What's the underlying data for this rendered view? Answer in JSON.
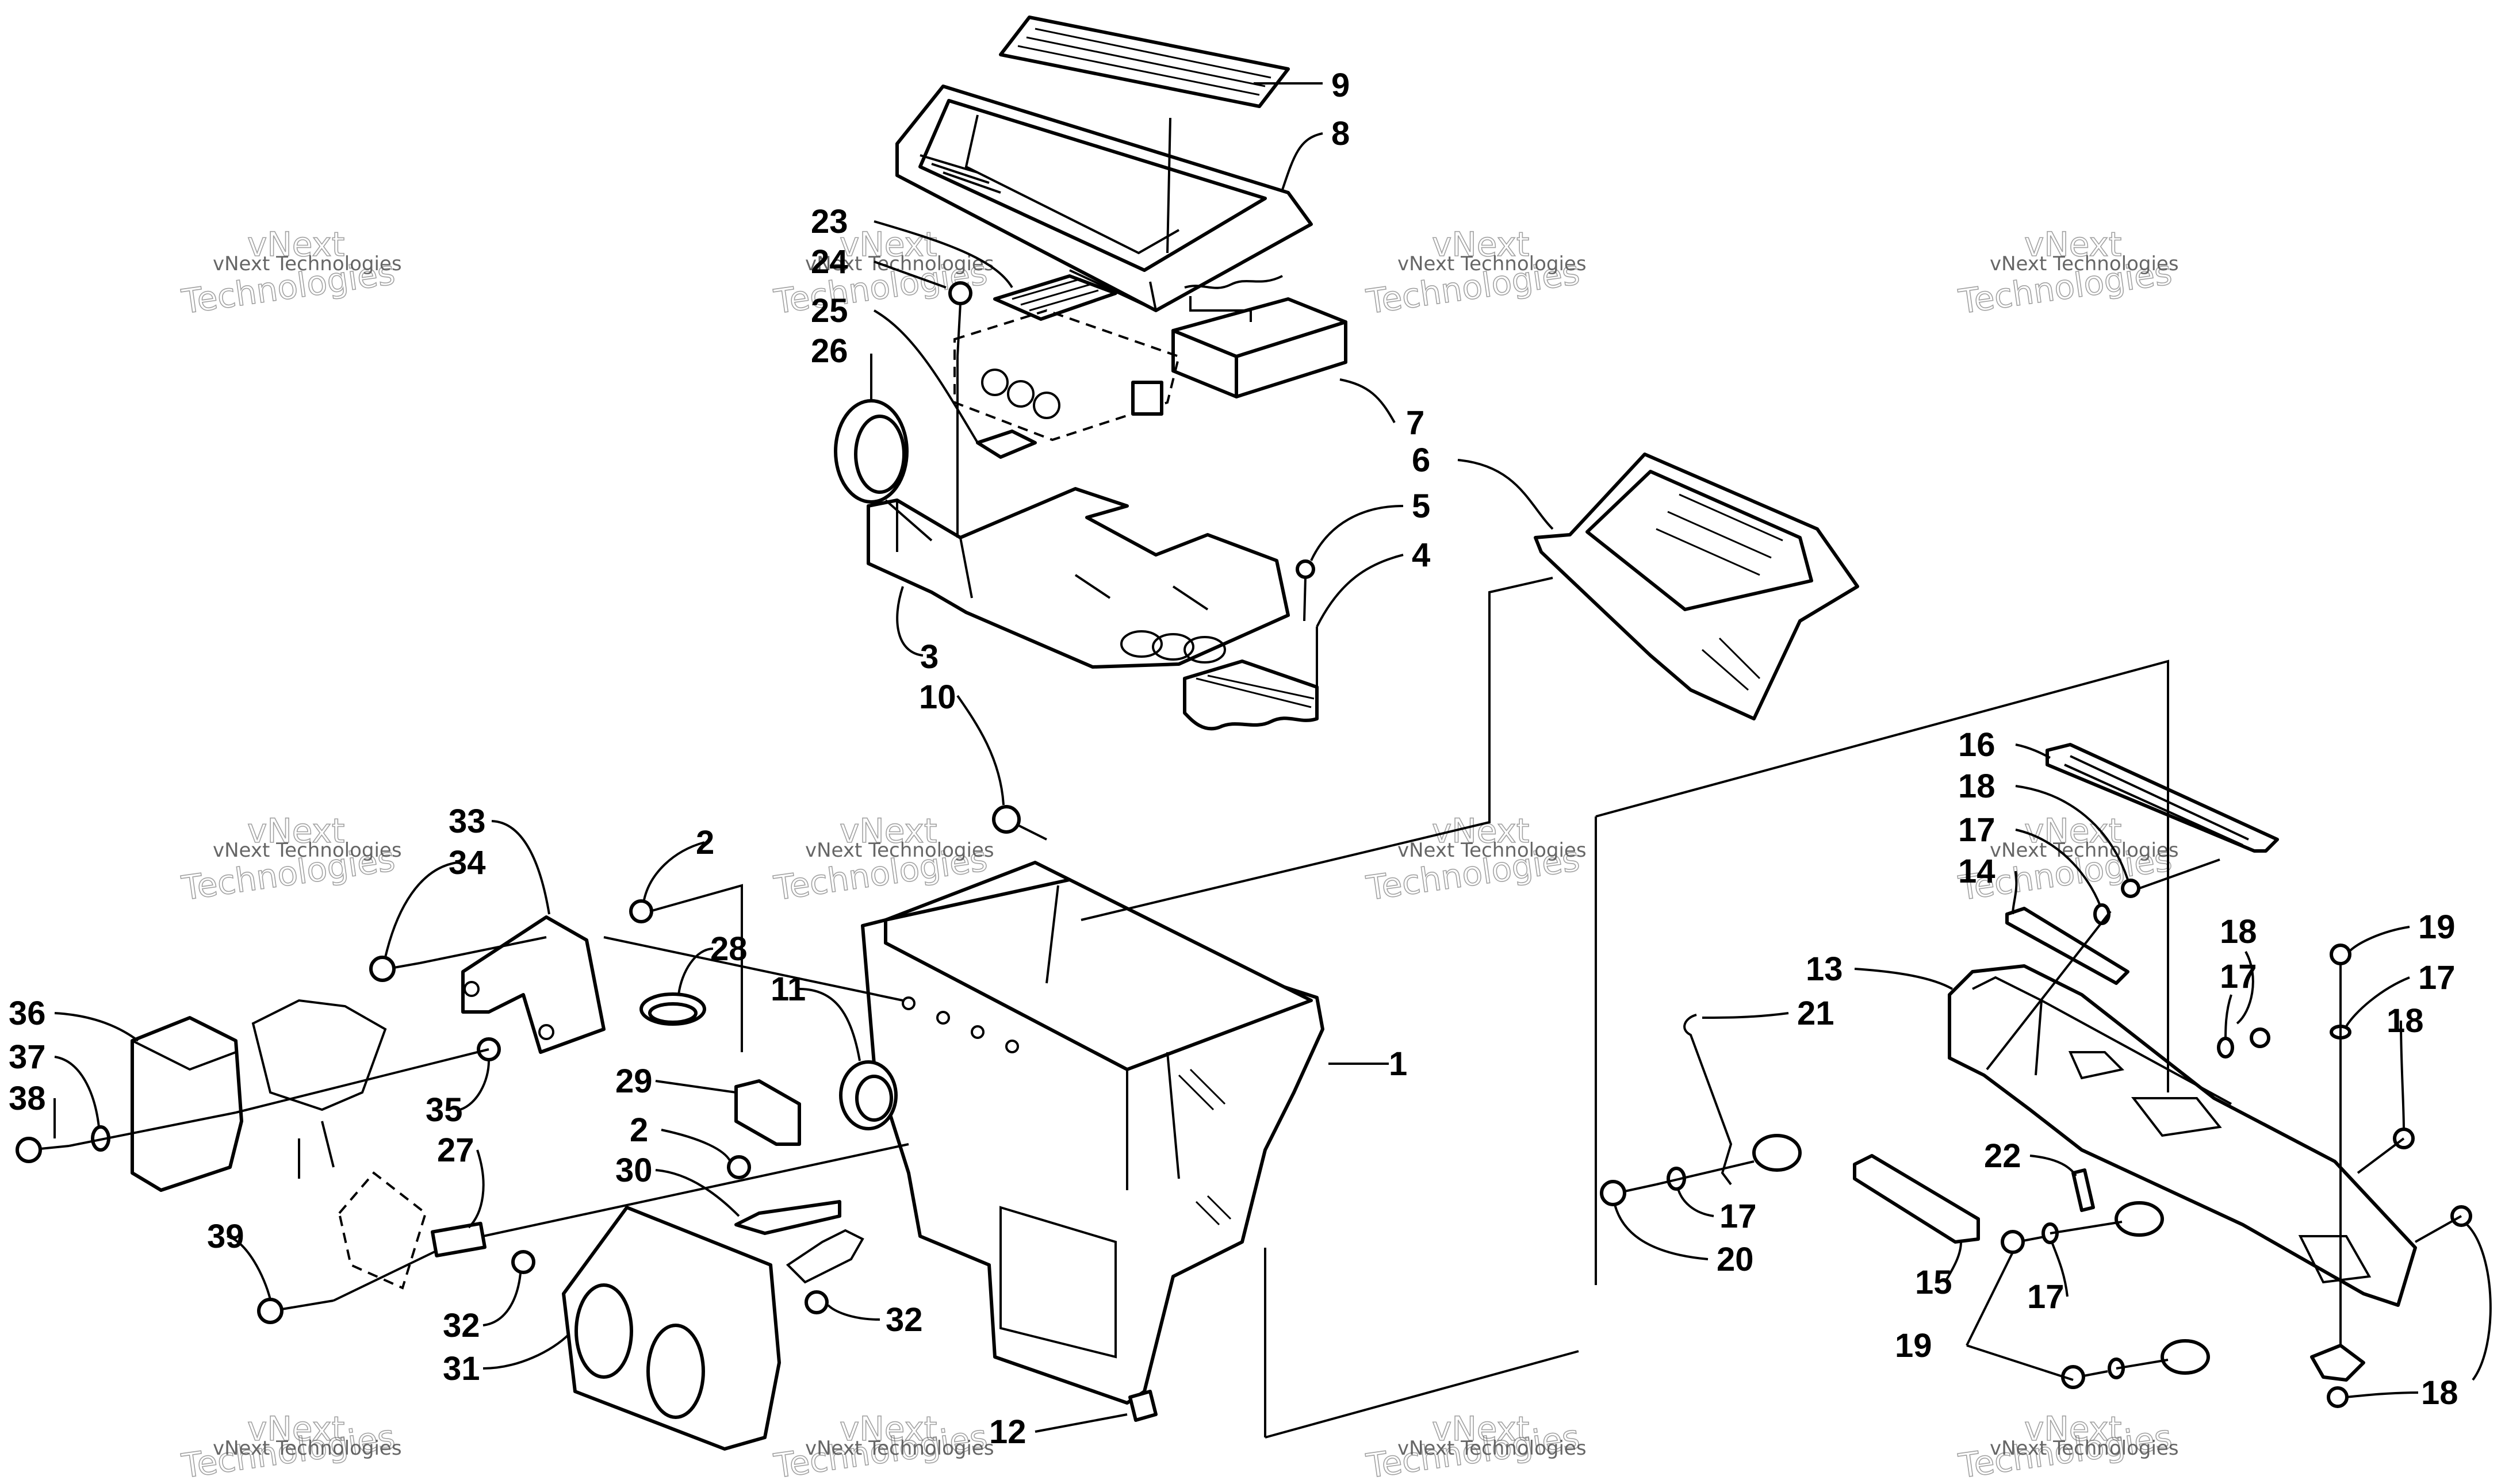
{
  "diagram": {
    "callouts": {
      "c1": "1",
      "c2a": "2",
      "c2b": "2",
      "c3": "3",
      "c4": "4",
      "c5": "5",
      "c6": "6",
      "c7": "7",
      "c8": "8",
      "c9": "9",
      "c10": "10",
      "c11": "11",
      "c12": "12",
      "c13": "13",
      "c14": "14",
      "c15": "15",
      "c16": "16",
      "c17a": "17",
      "c17b": "17",
      "c17c": "17",
      "c17d": "17",
      "c17e": "17",
      "c18a": "18",
      "c18b": "18",
      "c18c": "18",
      "c18d": "18",
      "c19a": "19",
      "c19b": "19",
      "c20": "20",
      "c21": "21",
      "c22": "22",
      "c23": "23",
      "c24": "24",
      "c25": "25",
      "c26": "26",
      "c27": "27",
      "c28": "28",
      "c29": "29",
      "c30": "30",
      "c31": "31",
      "c32a": "32",
      "c32b": "32",
      "c33": "33",
      "c34": "34",
      "c35": "35",
      "c36": "36",
      "c37": "37",
      "c38": "38",
      "c39": "39"
    },
    "watermark": {
      "line1": "vNext Technologies",
      "line2": "vNext",
      "line3": "Technologies"
    }
  }
}
